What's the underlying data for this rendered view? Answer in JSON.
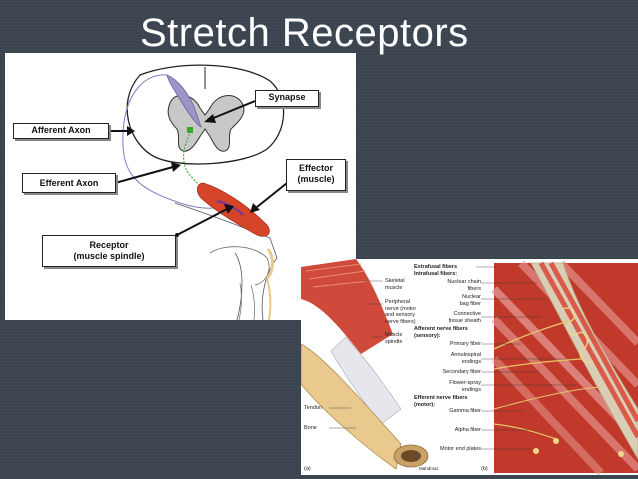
{
  "slide": {
    "title": "Stretch Receptors"
  },
  "diagram_a": {
    "labels": {
      "afferent_axon": "Afferent Axon",
      "synapse": "Synapse",
      "efferent_axon": "Efferent Axon",
      "effector_line1": "Effector",
      "effector_line2": "(muscle)",
      "receptor_line1": "Receptor",
      "receptor_line2": "(muscle spindle)"
    }
  },
  "diagram_b": {
    "left": {
      "skeletal_1": "Skeletal",
      "skeletal_2": "muscle",
      "peripheral_1": "Peripheral",
      "peripheral_2": "nerve (motor",
      "peripheral_3": "and sensory",
      "peripheral_4": "nerve fibers)",
      "spindle_1": "Muscle",
      "spindle_2": "spindle",
      "tendon": "Tendon",
      "bone": "Bone",
      "panel_a": "(a)",
      "panel_b": "(b)",
      "credit": "Mahdmaz"
    },
    "right": {
      "extrafusal": "Extrafusal fibers",
      "intrafusal": "Intrafusal fibers:",
      "nuclear_chain_1": "Nuclear chain",
      "nuclear_chain_2": "fibers",
      "nuclear_bag_1": "Nuclear",
      "nuclear_bag_2": "bag fiber",
      "connective_1": "Connective",
      "connective_2": "tissue sheath",
      "afferent_1": "Afferent nerve fibers",
      "afferent_2": "(sensory):",
      "primary": "Primary fiber",
      "annulospiral_1": "Annulospiral",
      "annulospiral_2": "endings",
      "secondary": "Secondary fiber",
      "flower_1": "Flower-spray",
      "flower_2": "endings",
      "efferent_1": "Efferent nerve fibers",
      "efferent_2": "(motor):",
      "gamma": "Gamma fiber",
      "alpha": "Alpha fiber",
      "motor_end": "Motor end plates"
    }
  }
}
